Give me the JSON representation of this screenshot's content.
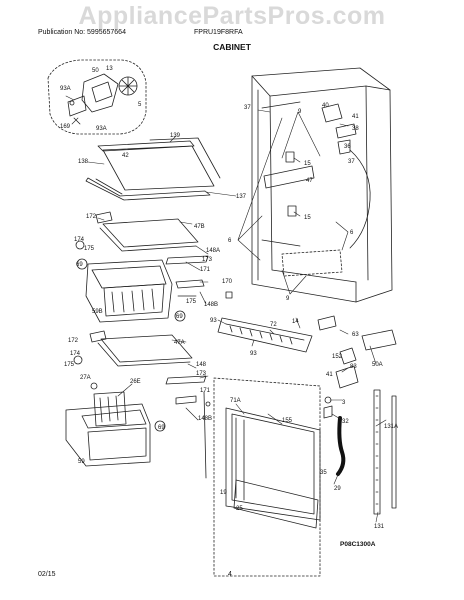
{
  "watermark": "AppliancePartsPros.com",
  "header": {
    "publication": "Publication No: 5995657664",
    "model": "FPRU19F8RFA"
  },
  "section_title": "CABINET",
  "drawing_code": "P08C1300A",
  "footer": {
    "date": "02/15",
    "page": "4"
  },
  "part_labels": {
    "p50": "50",
    "p13": "13",
    "p93A_1": "93A",
    "p169": "169",
    "p93A_2": "93A",
    "p5": "5",
    "p139": "139",
    "p42": "42",
    "p138": "138",
    "p137": "137",
    "p172_1": "172",
    "p47B": "47B",
    "p174_1": "174",
    "p175_1": "175",
    "p148A": "148A",
    "p173_1": "173",
    "p171_1": "171",
    "p69_1": "69",
    "p170": "170",
    "p175_2": "175",
    "p148B_1": "148B",
    "p59B": "59B",
    "p69_2": "69",
    "p172_2": "172",
    "p47A": "47A",
    "p174_2": "174",
    "p148": "148",
    "p175_3": "175",
    "p173_2": "173",
    "p27A": "27A",
    "p26E": "26E",
    "p171_2": "171",
    "p148B_2": "148B",
    "p69_3": "69",
    "p59": "59",
    "p37_1": "37",
    "p9_1": "9",
    "p40": "40",
    "p41_1": "41",
    "p38": "38",
    "p36": "36",
    "p37_2": "37",
    "p15_1": "15",
    "p47": "47",
    "p15_2": "15",
    "p6_1": "6",
    "p6_2": "6",
    "p9_2": "9",
    "p93_1": "93",
    "p72": "72",
    "p93_2": "93",
    "p14": "14",
    "p63": "63",
    "p152": "152",
    "p83": "83",
    "p41_2": "41",
    "p50A": "50A",
    "p3": "3",
    "p32": "32",
    "p71A": "71A",
    "p155": "155",
    "p19": "19",
    "p35": "35",
    "p29": "29",
    "p25": "25",
    "p131A": "131A",
    "p131": "131"
  }
}
